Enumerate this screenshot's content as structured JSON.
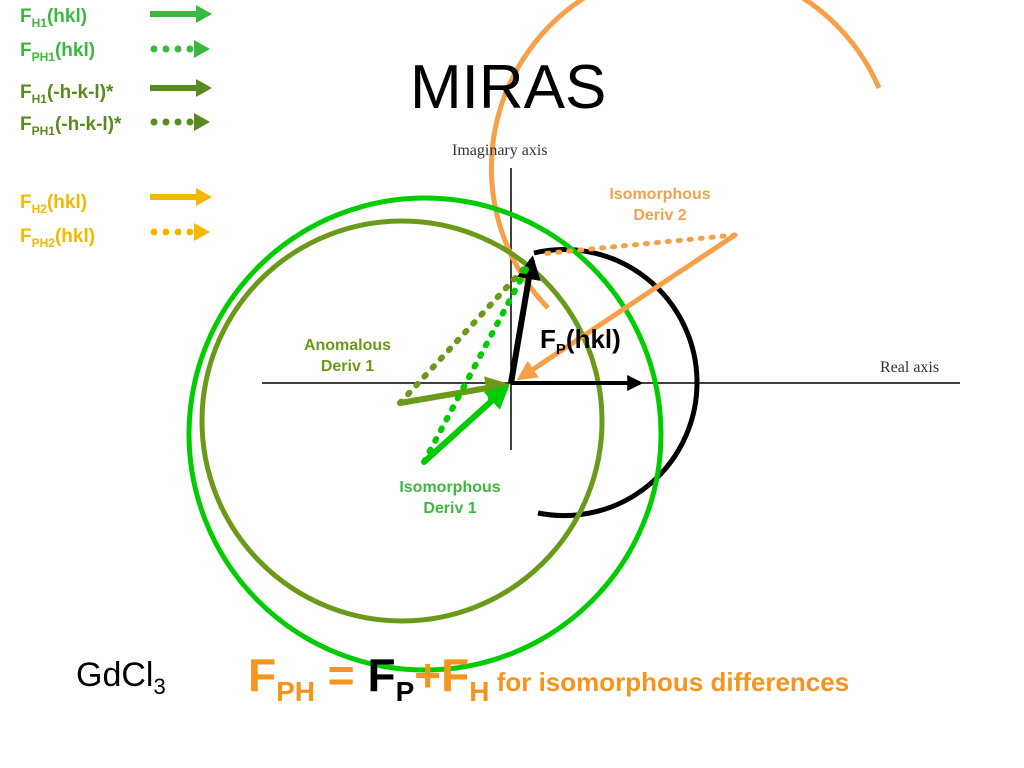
{
  "title": "MIRAS",
  "legend": [
    {
      "main": "F",
      "sub": "H1",
      "suffix": "(hkl)",
      "color": "#3cb83c",
      "style": "solid"
    },
    {
      "main": "F",
      "sub": "PH1",
      "suffix": "(hkl)",
      "color": "#3cb83c",
      "style": "dotted"
    },
    {
      "main": "F",
      "sub": "H1",
      "suffix": "(-h-k-l)*",
      "color": "#5a8a1e",
      "style": "solid"
    },
    {
      "main": "F",
      "sub": "PH1",
      "suffix": "(-h-k-l)*",
      "color": "#5a8a1e",
      "style": "dotted"
    },
    {
      "main": "F",
      "sub": "H2",
      "suffix": "(hkl)",
      "color": "#f5b800",
      "style": "solid"
    },
    {
      "main": "F",
      "sub": "PH2",
      "suffix": "(hkl)",
      "color": "#f5b800",
      "style": "dotted"
    }
  ],
  "axes": {
    "imaginary": "Imaginary axis",
    "real": "Real axis"
  },
  "labels": {
    "iso2_line1": "Isomorphous",
    "iso2_line2": "Deriv 2",
    "anom1_line1": "Anomalous",
    "anom1_line2": "Deriv 1",
    "iso1_line1": "Isomorphous",
    "iso1_line2": "Deriv 1"
  },
  "fp_label": {
    "main": "F",
    "sub": "P",
    "suffix": "(hkl)"
  },
  "compound": {
    "main": "GdCl",
    "sub": "3"
  },
  "formula": {
    "a": "F",
    "a_sub": "PH",
    "eq": " = ",
    "b": "F",
    "b_sub": "P",
    "plus": "+",
    "c": "F",
    "c_sub": "H",
    "note": " for isomorphous differences"
  },
  "colors": {
    "green": "#00cc00",
    "olive": "#6b9a1a",
    "orange": "#f7a04a",
    "black": "#000000",
    "dark_green": "#5a8a1e"
  }
}
